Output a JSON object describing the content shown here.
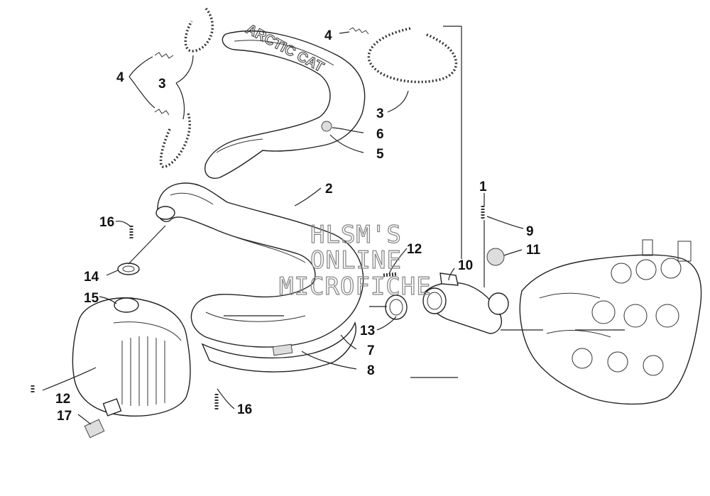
{
  "watermark": [
    "HLSM'S",
    "ONLINE",
    "MICROFICHE"
  ],
  "cover_logo_text": "ARCTIC CAT",
  "callouts": [
    "4",
    "3",
    "4",
    "3",
    "6",
    "5",
    "2",
    "1",
    "9",
    "16",
    "12",
    "11",
    "10",
    "14",
    "15",
    "13",
    "7",
    "8",
    "12",
    "16",
    "17"
  ]
}
